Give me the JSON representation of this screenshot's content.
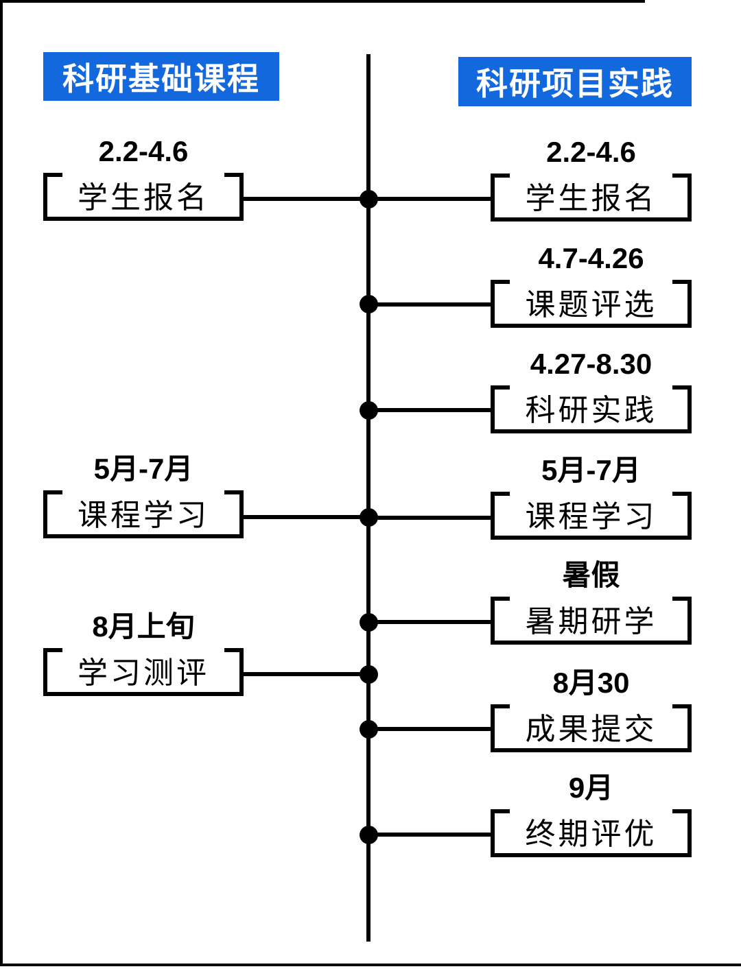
{
  "colors": {
    "accent_blue": "#1268DC",
    "line_black": "#000000",
    "background": "#FFFFFF"
  },
  "left_track": {
    "header": "科研基础课程",
    "items": [
      {
        "date": "2.2-4.6",
        "label": "学生报名"
      },
      {
        "date": "5月-7月",
        "label": "课程学习"
      },
      {
        "date": "8月上旬",
        "label": "学习测评"
      }
    ]
  },
  "right_track": {
    "header": "科研项目实践",
    "items": [
      {
        "date": "2.2-4.6",
        "label": "学生报名"
      },
      {
        "date": "4.7-4.26",
        "label": "课题评选"
      },
      {
        "date": "4.27-8.30",
        "label": "科研实践"
      },
      {
        "date": "5月-7月",
        "label": "课程学习"
      },
      {
        "date": "暑假",
        "label": "暑期研学"
      },
      {
        "date": "8月30",
        "label": "成果提交"
      },
      {
        "date": "9月",
        "label": "终期评优"
      }
    ]
  }
}
